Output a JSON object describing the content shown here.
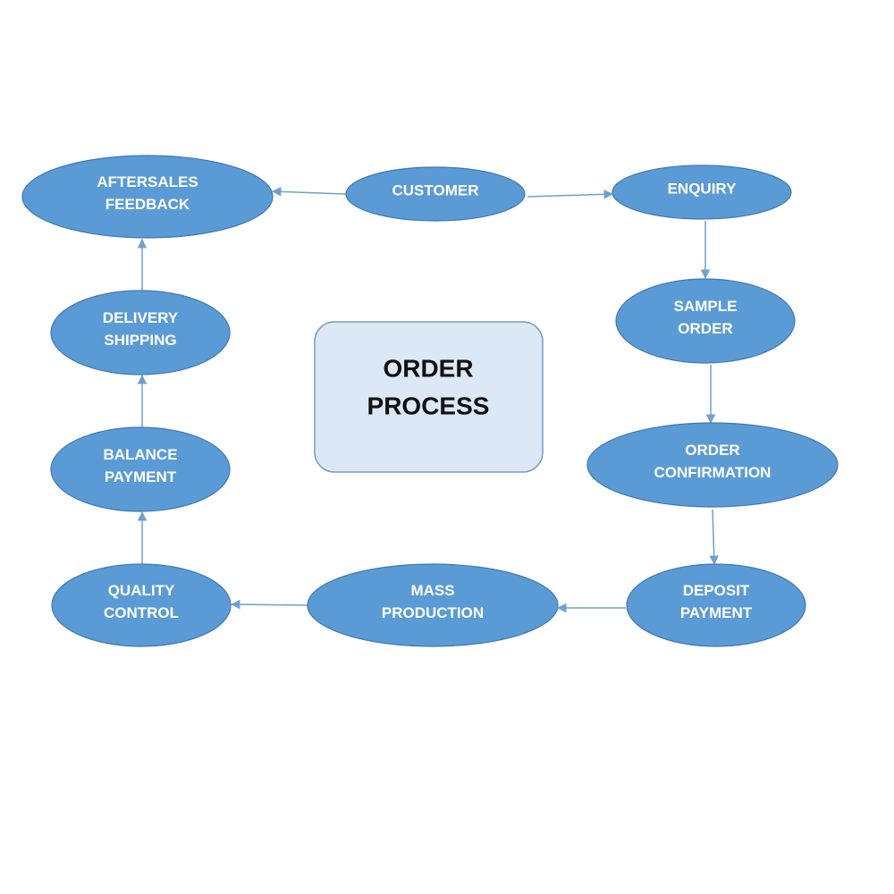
{
  "colors": {
    "node_fill": "#5b9bd5",
    "node_text": "#ffffff",
    "center_fill": "#dce8f5",
    "arrow": "#6fa0cf"
  },
  "center": {
    "line1": "ORDER",
    "line2": "PROCESS"
  },
  "nodes": [
    {
      "id": "customer",
      "lines": [
        "CUSTOMER"
      ]
    },
    {
      "id": "enquiry",
      "lines": [
        "ENQUIRY"
      ]
    },
    {
      "id": "sample-order",
      "lines": [
        "SAMPLE",
        "ORDER"
      ]
    },
    {
      "id": "order-confirmation",
      "lines": [
        "ORDER",
        "CONFIRMATION"
      ]
    },
    {
      "id": "deposit-payment",
      "lines": [
        "DEPOSIT",
        "PAYMENT"
      ]
    },
    {
      "id": "mass-production",
      "lines": [
        "MASS",
        "PRODUCTION"
      ]
    },
    {
      "id": "quality-control",
      "lines": [
        "QUALITY",
        "CONTROL"
      ]
    },
    {
      "id": "balance-payment",
      "lines": [
        "BALANCE",
        "PAYMENT"
      ]
    },
    {
      "id": "delivery-shipping",
      "lines": [
        "DELIVERY",
        "SHIPPING"
      ]
    },
    {
      "id": "aftersales-feedback",
      "lines": [
        "AFTERSALES",
        "FEEDBACK"
      ]
    }
  ],
  "edges": [
    {
      "from": "customer",
      "to": "aftersales-feedback"
    },
    {
      "from": "customer",
      "to": "enquiry"
    },
    {
      "from": "enquiry",
      "to": "sample-order"
    },
    {
      "from": "sample-order",
      "to": "order-confirmation"
    },
    {
      "from": "order-confirmation",
      "to": "deposit-payment"
    },
    {
      "from": "deposit-payment",
      "to": "mass-production"
    },
    {
      "from": "mass-production",
      "to": "quality-control"
    },
    {
      "from": "quality-control",
      "to": "balance-payment"
    },
    {
      "from": "balance-payment",
      "to": "delivery-shipping"
    },
    {
      "from": "delivery-shipping",
      "to": "aftersales-feedback"
    }
  ]
}
